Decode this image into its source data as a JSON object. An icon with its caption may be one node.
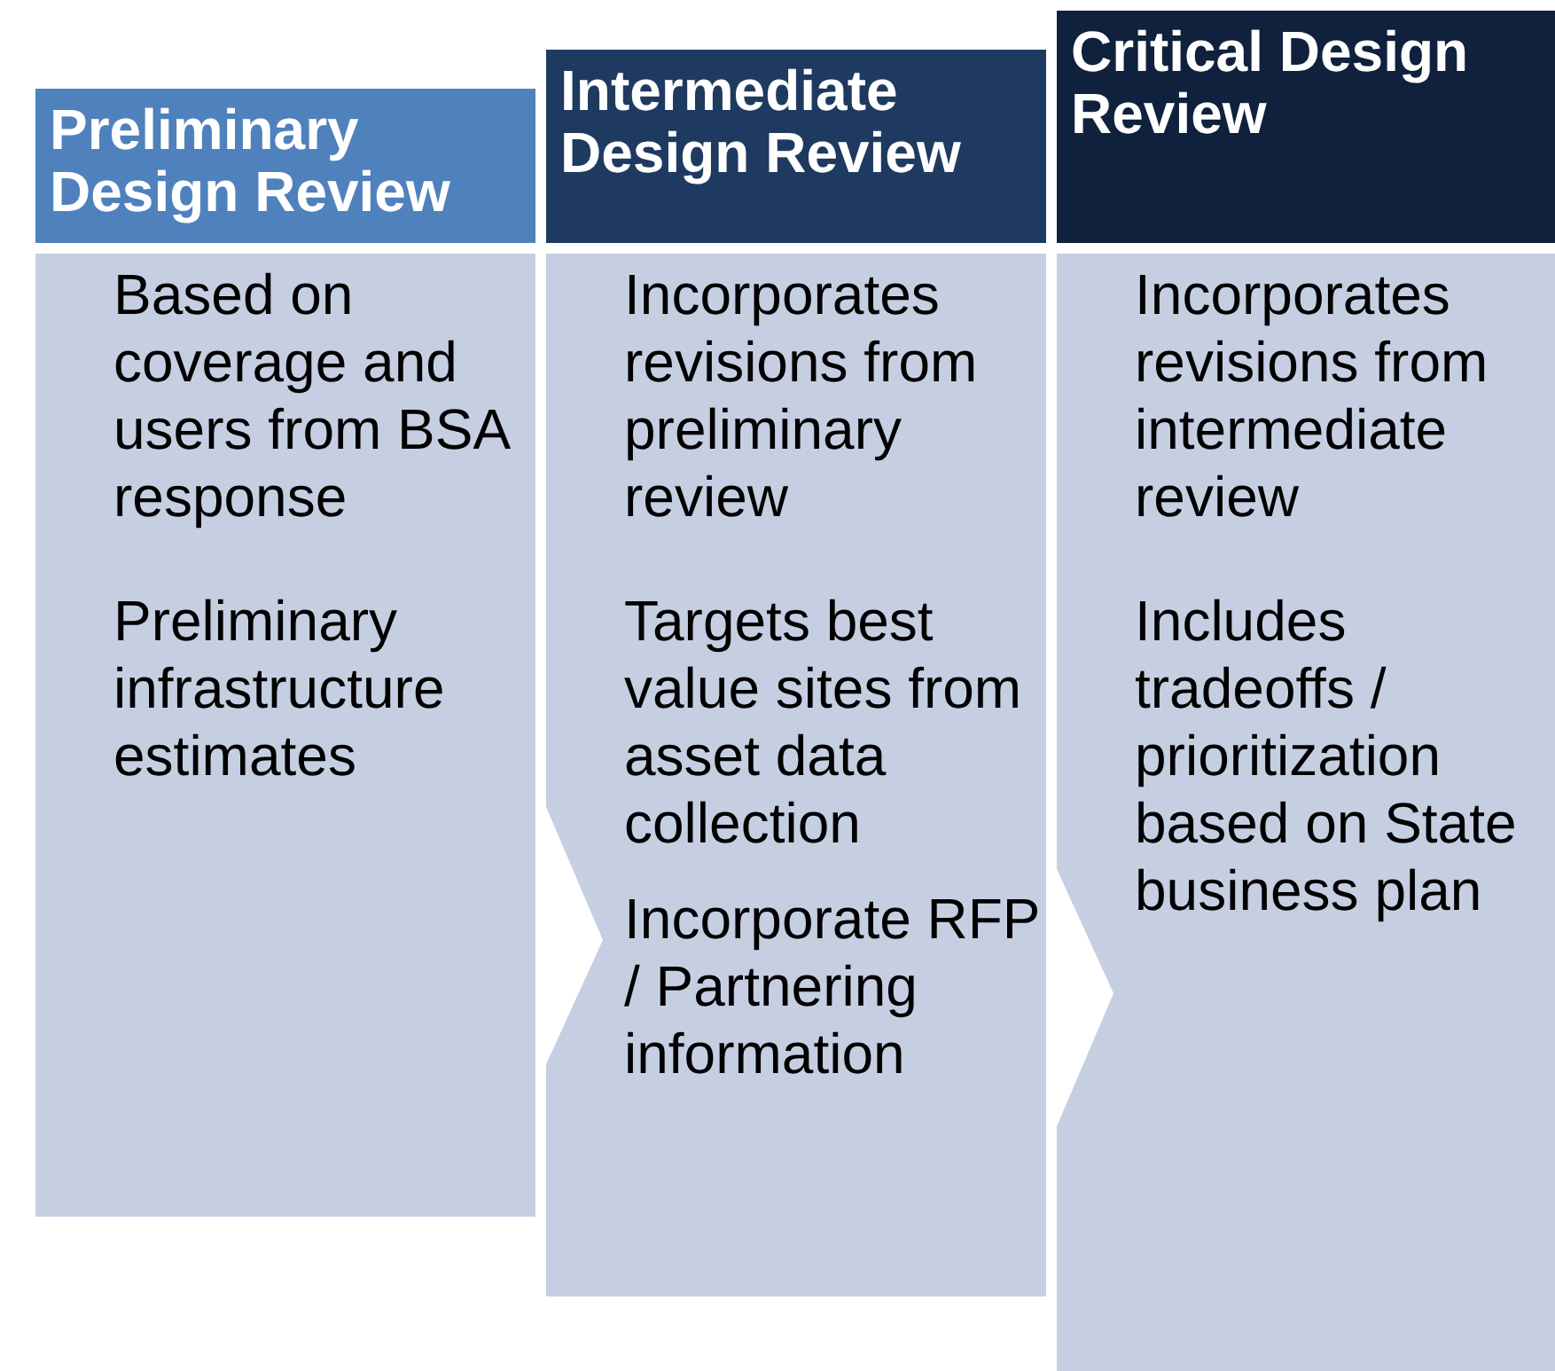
{
  "diagram": {
    "nodes": [
      {
        "text": [
          "Preliminary Design Review"
        ]
      },
      {
        "text": [
          "Based on coverage and users from BSA response",
          "Preliminary infrastructure estimates"
        ]
      },
      {
        "text": [
          "Intermediate Design Review"
        ]
      },
      {
        "text": [
          "Incorporates revisions from preliminary review",
          "Targets best value sites from asset data collection",
          "Incorporate RFP / Partnering information"
        ]
      },
      {
        "text": [
          "Critical Design Review"
        ]
      },
      {
        "text": [
          "Incorporates revisions from intermediate review",
          "Includes tradeoffs / prioritization based on State business plan"
        ]
      }
    ]
  }
}
